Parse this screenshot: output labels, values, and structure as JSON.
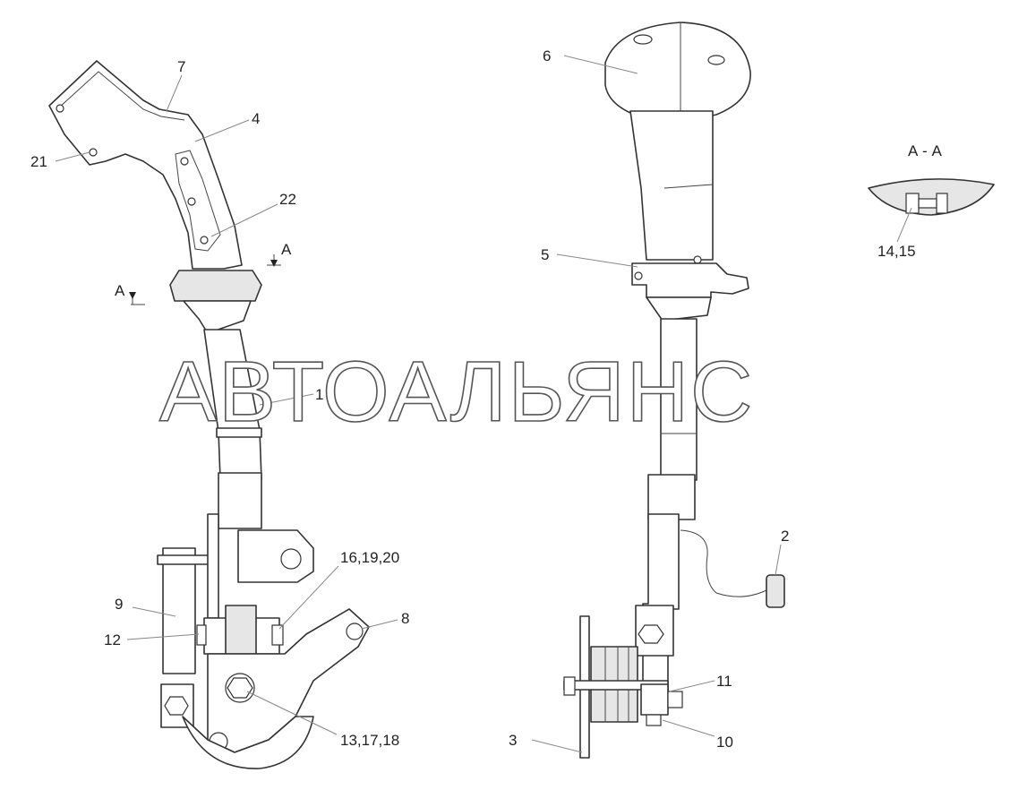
{
  "watermark": "АВТОАЛЬЯНС",
  "section_title": "А - А",
  "section_marks": [
    "A",
    "A"
  ],
  "callouts": {
    "c1": "1",
    "c2": "2",
    "c3": "3",
    "c4": "4",
    "c5": "5",
    "c6": "6",
    "c7": "7",
    "c8": "8",
    "c9": "9",
    "c10": "10",
    "c11": "11",
    "c12": "12",
    "c13": "13,17,18",
    "c14": "14,15",
    "c16": "16,19,20",
    "c21": "21",
    "c22": "22"
  }
}
